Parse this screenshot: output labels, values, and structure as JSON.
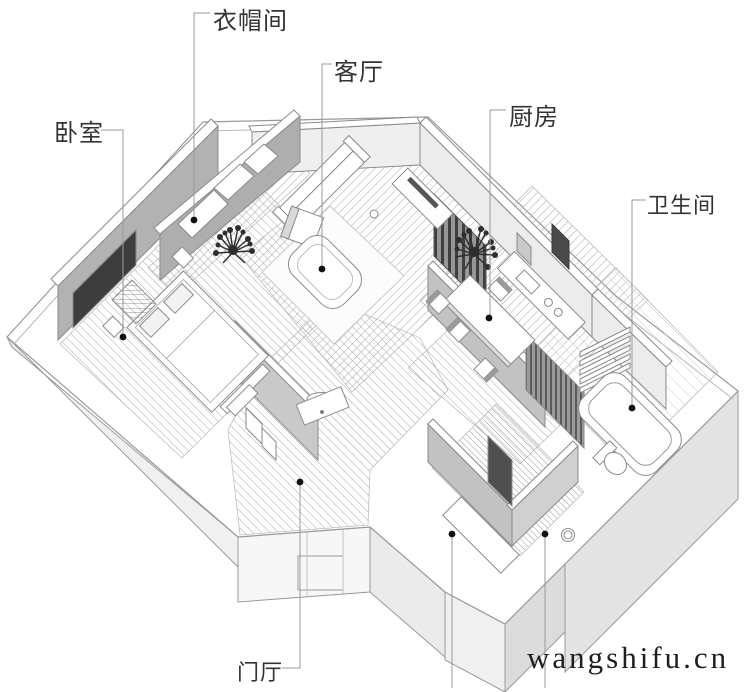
{
  "diagram": {
    "kind": "axonometric-floor-plan",
    "labels": {
      "cloakroom": "衣帽间",
      "living_room": "客厅",
      "kitchen": "厨房",
      "bedroom": "卧室",
      "bathroom": "卫生间",
      "hall": "门厅"
    }
  },
  "watermark": {
    "text": "wangshifu.cn",
    "color": "#1f1f1f"
  },
  "palette": {
    "line": "#8f8f8f",
    "wall_fill": "#b2b2b2",
    "wall_dark": "#8c8c8c",
    "slab_side": "#e9e9e9",
    "plant": "#2e2e2e",
    "label_text": "#333333"
  }
}
